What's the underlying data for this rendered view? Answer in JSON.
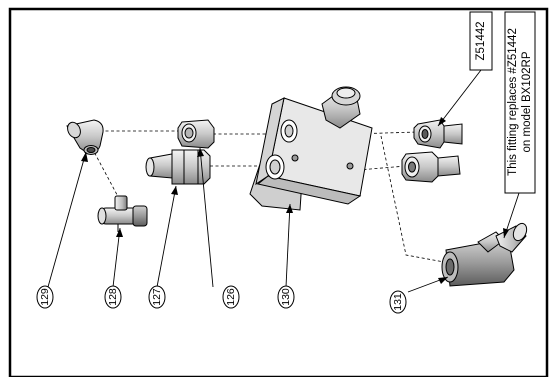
{
  "part_numbers": [
    "129",
    "128",
    "127",
    "126",
    "130",
    "131"
  ],
  "top_box_label": "Z51442",
  "note": {
    "line1": "This fitting replaces #Z51442",
    "line2": "on model BX102RP"
  }
}
